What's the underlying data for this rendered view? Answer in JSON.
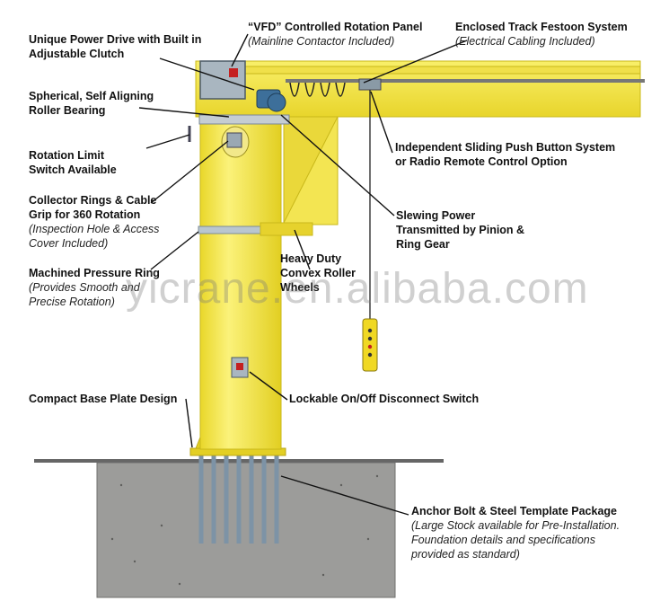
{
  "labels": {
    "power_drive": {
      "l1": "Unique Power Drive with Built in",
      "l2": "Adjustable Clutch"
    },
    "vfd": {
      "title": "“VFD” Controlled Rotation Panel",
      "sub": "(Mainline Contactor Included)"
    },
    "festoon": {
      "title": "Enclosed Track Festoon System",
      "sub": "(Electrical Cabling Included)"
    },
    "bearing": {
      "l1": "Spherical, Self Aligning",
      "l2": "Roller Bearing"
    },
    "limit_switch": {
      "l1": "Rotation Limit",
      "l2": "Switch Available"
    },
    "push_button": {
      "l1": "Independent Sliding Push Button System",
      "l2": "or Radio Remote Control Option"
    },
    "collector": {
      "l1": "Collector Rings & Cable",
      "l2": "Grip for 360 Rotation",
      "s1": "(Inspection Hole & Access",
      "s2": "Cover Included)"
    },
    "slewing": {
      "l1": "Slewing Power",
      "l2": "Transmitted by Pinion &",
      "l3": "Ring Gear"
    },
    "pressure_ring": {
      "l1": "Machined Pressure Ring",
      "s1": "(Provides Smooth and",
      "s2": "Precise Rotation)"
    },
    "wheels": {
      "l1": "Heavy Duty",
      "l2": "Convex Roller",
      "l3": "Wheels"
    },
    "base_plate": {
      "l1": "Compact Base Plate Design"
    },
    "disconnect": {
      "l1": "Lockable On/Off Disconnect Switch"
    },
    "anchor": {
      "title": "Anchor Bolt & Steel Template Package",
      "s1": "(Large Stock available for Pre-Installation.",
      "s2": "Foundation details and specifications",
      "s3": "provided as standard)"
    }
  },
  "watermark": "yicrane.en.alibaba.com",
  "colors": {
    "crane_yellow": "#f7e84a",
    "crane_edge": "#c9b81a",
    "concrete": "#9a9a98",
    "ground": "#7c7c7a",
    "rod": "#8fa3b4"
  }
}
